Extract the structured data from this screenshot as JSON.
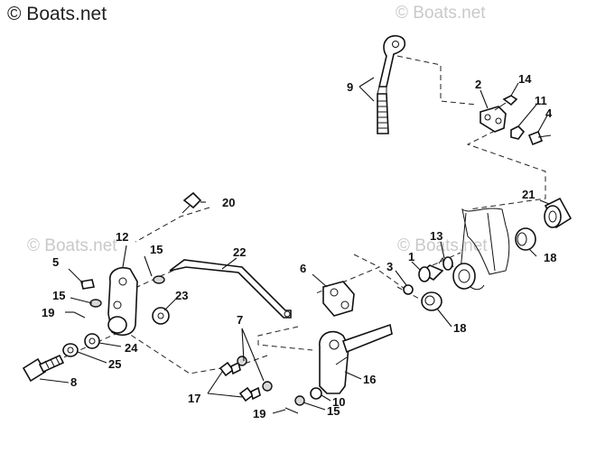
{
  "watermark": {
    "main": "© Boats.net",
    "faint": [
      "© Boats.net",
      "© Boats.net",
      "© Boats.net"
    ]
  },
  "labels": {
    "l1": "1",
    "l2": "2",
    "l3": "3",
    "l4": "4",
    "l5": "5",
    "l6": "6",
    "l7": "7",
    "l8": "8",
    "l9": "9",
    "l10": "10",
    "l11": "11",
    "l12": "12",
    "l13": "13",
    "l14": "14",
    "l15a": "15",
    "l15b": "15",
    "l15c": "15",
    "l16": "16",
    "l17": "17",
    "l18a": "18",
    "l18b": "18",
    "l19a": "19",
    "l19b": "19",
    "l20": "20",
    "l21": "21",
    "l22": "22",
    "l23": "23",
    "l24": "24",
    "l25": "25"
  }
}
